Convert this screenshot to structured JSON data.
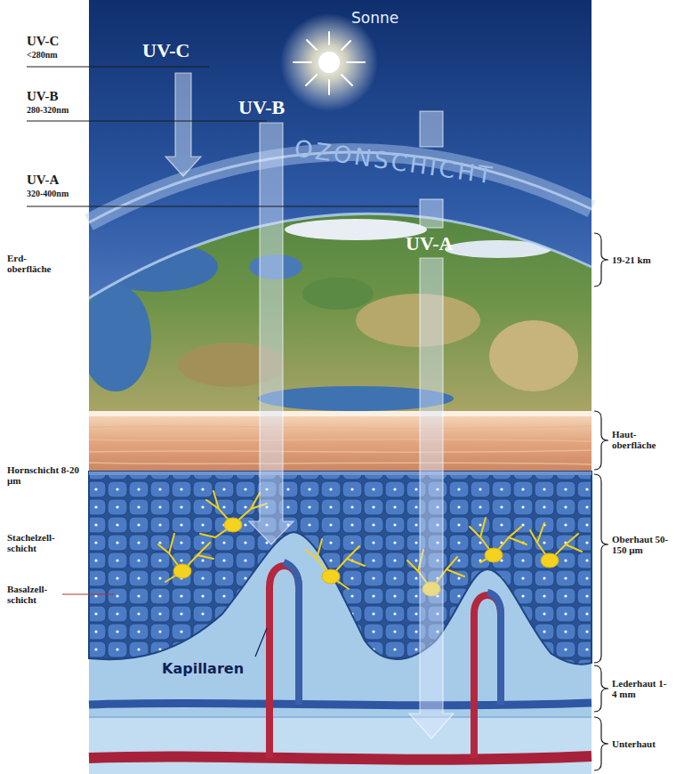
{
  "diagram": {
    "labels": [
      "Sonne",
      "UV-C",
      "<280nm",
      "UV-C",
      "UV-B",
      "280-320nm",
      "UV-B",
      "OZONSCHICHT",
      "UV-A",
      "320-400nm",
      "UV-A",
      "Erd- oberfläche",
      "19-21 km",
      "Haut- oberfläche",
      "Hornschicht 8-20 µm",
      "Stachelzell- schicht",
      "Basalzell- schicht",
      "Kapillaren",
      "Oberhaut 50-150 µm",
      "Lederhaut 1-4 mm",
      "Unterhaut"
    ]
  }
}
